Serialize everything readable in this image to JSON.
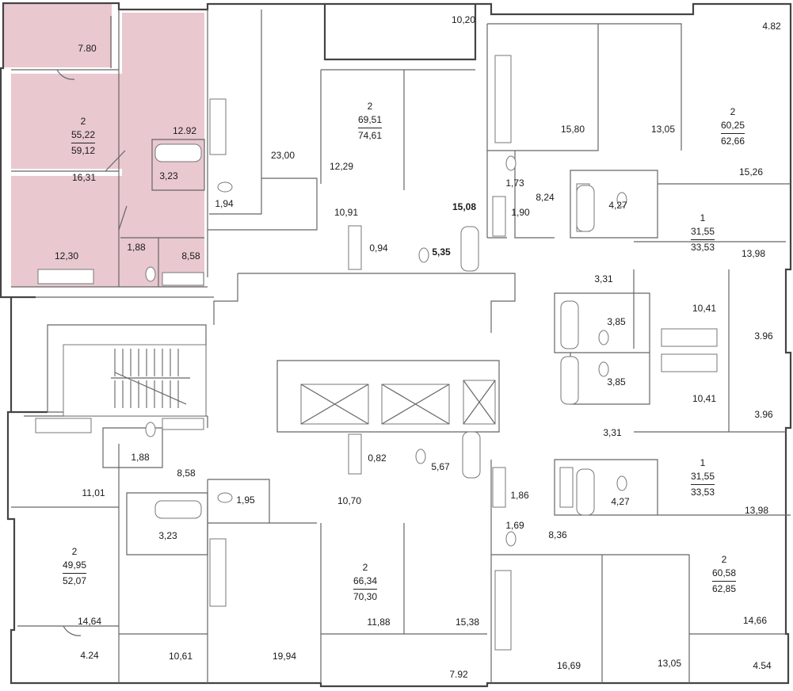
{
  "highlight_color": "#e9c8d0",
  "apartments": [
    {
      "id": "a1",
      "rooms": "2",
      "living": "55,22",
      "total": "59,12"
    },
    {
      "id": "a2",
      "rooms": "2",
      "living": "69,51",
      "total": "74,61"
    },
    {
      "id": "a3",
      "rooms": "2",
      "living": "60,25",
      "total": "62,66"
    },
    {
      "id": "a4",
      "rooms": "1",
      "living": "31,55",
      "total": "33,53"
    },
    {
      "id": "a5",
      "rooms": "1",
      "living": "31,55",
      "total": "33,53"
    },
    {
      "id": "a6",
      "rooms": "2",
      "living": "49,95",
      "total": "52,07"
    },
    {
      "id": "a7",
      "rooms": "2",
      "living": "66,34",
      "total": "70,30"
    },
    {
      "id": "a8",
      "rooms": "2",
      "living": "60,58",
      "total": "62,85"
    }
  ],
  "areas": [
    "7.80",
    "12.92",
    "16,31",
    "3,23",
    "12,30",
    "1,88",
    "8,58",
    "23,00",
    "1,94",
    "10,20",
    "12,29",
    "10,91",
    "0,94",
    "5,35",
    "15,08",
    "15,80",
    "1,73",
    "1,90",
    "8,24",
    "4,27",
    "13,05",
    "4.82",
    "15,26",
    "13,98",
    "3,31",
    "10,41",
    "3,85",
    "3.96",
    "3,85",
    "10,41",
    "3.96",
    "3,31",
    "13,98",
    "4,27",
    "8,36",
    "1,86",
    "1,69",
    "16,69",
    "13,05",
    "4.54",
    "14,66",
    "7.92",
    "15,38",
    "11,88",
    "19,94",
    "1,95",
    "10,70",
    "0,82",
    "5,67",
    "11,01",
    "1,88",
    "8,58",
    "3,23",
    "14,64",
    "4.24",
    "10,61"
  ],
  "bold_areas": [
    13,
    14
  ]
}
